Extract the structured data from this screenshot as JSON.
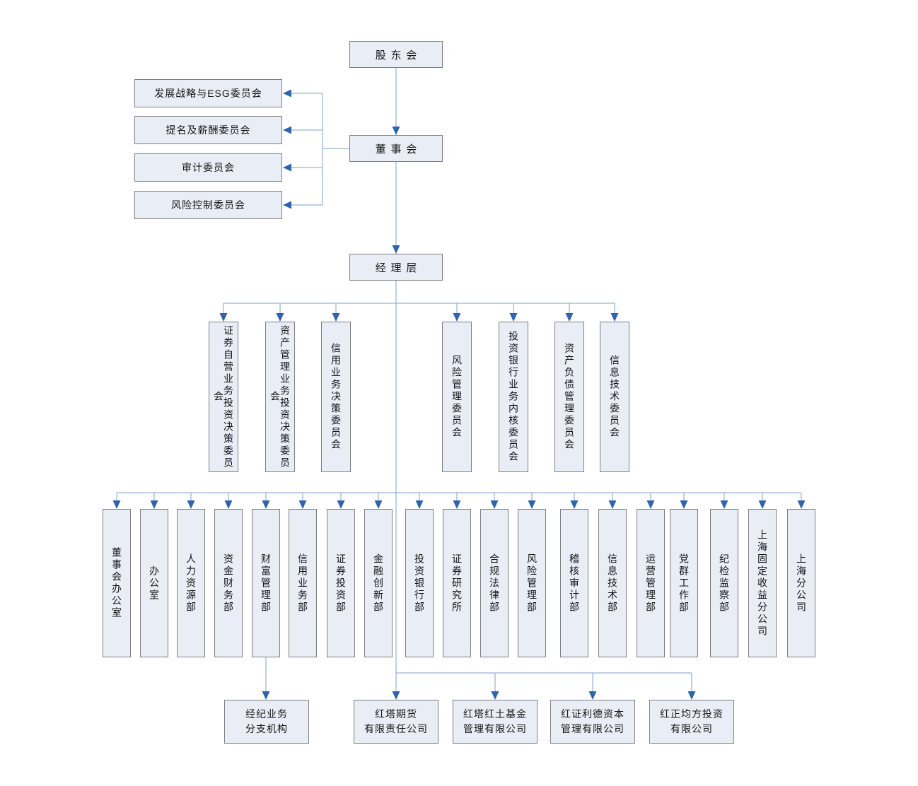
{
  "nodes": {
    "shareholders": {
      "label": "股东会"
    },
    "board": {
      "label": "董事会"
    },
    "management": {
      "label": "经理层"
    },
    "board_committees": [
      {
        "label": "发展战略与ESG委员会"
      },
      {
        "label": "提名及薪酬委员会"
      },
      {
        "label": "审计委员会"
      },
      {
        "label": "风险控制委员会"
      }
    ],
    "management_committees": [
      {
        "label": "证券自营业务投资决策委员会"
      },
      {
        "label": "资产管理业务投资决策委员会"
      },
      {
        "label": "信用业务决策委员会"
      },
      {
        "label": "风险管理委员会"
      },
      {
        "label": "投资银行业务内核委员会"
      },
      {
        "label": "资产负债管理委员会"
      },
      {
        "label": "信息技术委员会"
      }
    ],
    "departments": [
      {
        "label": "董事会办公室"
      },
      {
        "label": "办公室"
      },
      {
        "label": "人力资源部"
      },
      {
        "label": "资金财务部"
      },
      {
        "label": "财富管理部"
      },
      {
        "label": "信用业务部"
      },
      {
        "label": "证券投资部"
      },
      {
        "label": "金融创新部"
      },
      {
        "label": "投资银行部"
      },
      {
        "label": "证券研究所"
      },
      {
        "label": "合规法律部"
      },
      {
        "label": "风险管理部"
      },
      {
        "label": "稽核审计部"
      },
      {
        "label": "信息技术部"
      },
      {
        "label": "运营管理部"
      },
      {
        "label": "党群工作部"
      },
      {
        "label": "纪检监察部"
      },
      {
        "label": "上海固定收益分公司"
      },
      {
        "label": "上海分公司"
      }
    ],
    "branch_office": {
      "lines": [
        "经纪业务",
        "分支机构"
      ]
    },
    "subsidiaries": [
      {
        "lines": [
          "红塔期货",
          "有限责任公司"
        ]
      },
      {
        "lines": [
          "红塔红土基金",
          "管理有限公司"
        ]
      },
      {
        "lines": [
          "红证利德资本",
          "管理有限公司"
        ]
      },
      {
        "lines": [
          "红正均方投资",
          "有限公司"
        ]
      }
    ]
  },
  "colors": {
    "box_fill": "#e8edf6",
    "box_border": "#7f7f7f",
    "line": "#7f9fce",
    "arrow": "#2e63b0",
    "text": "#141414"
  }
}
